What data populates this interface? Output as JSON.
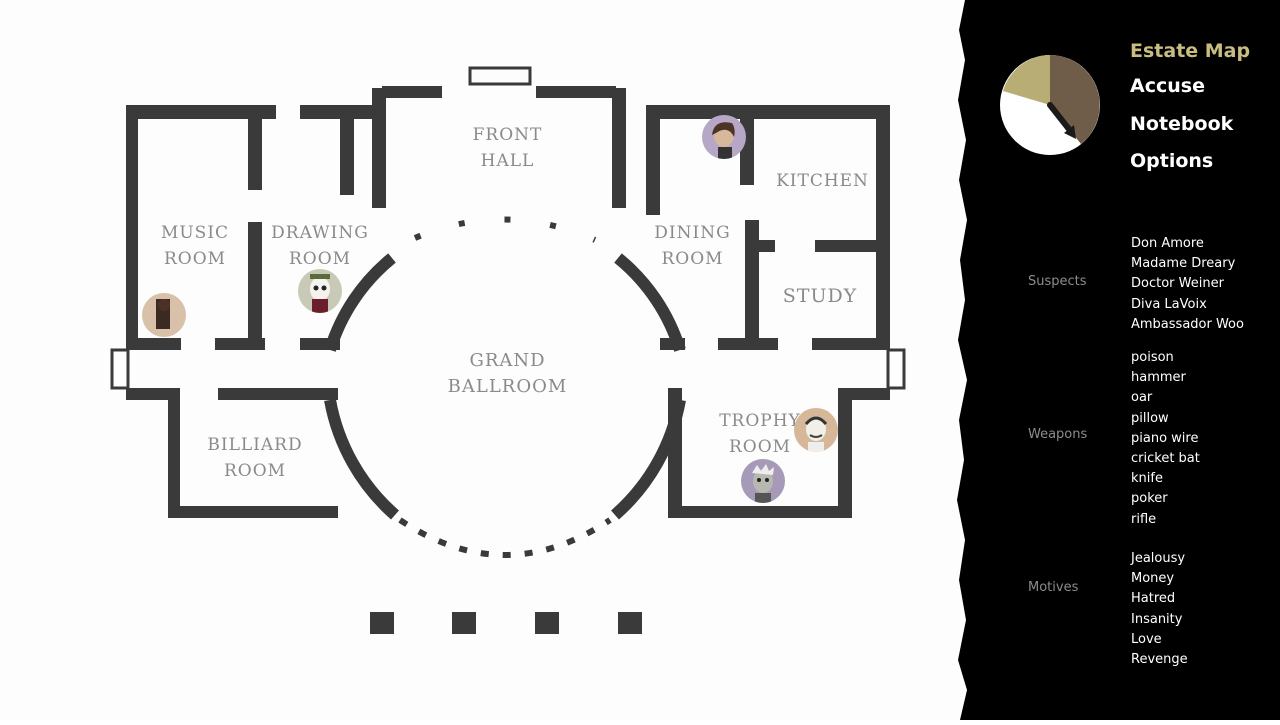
{
  "map": {
    "rooms": [
      {
        "id": "front-hall",
        "label": "Front\nHall"
      },
      {
        "id": "music-room",
        "label": "Music\nRoom"
      },
      {
        "id": "drawing-room",
        "label": "Drawing\nRoom"
      },
      {
        "id": "dining-room",
        "label": "Dining\nRoom"
      },
      {
        "id": "kitchen",
        "label": "Kitchen"
      },
      {
        "id": "study",
        "label": "Study"
      },
      {
        "id": "grand-ballroom",
        "label": "Grand\nBallroom"
      },
      {
        "id": "billiard-room",
        "label": "Billiard\nRoom"
      },
      {
        "id": "trophy-room",
        "label": "Trophy\nRoom"
      }
    ]
  },
  "clock": {
    "colors": {
      "face": "#ffffff",
      "pie_light": "#b8ad74",
      "pie_dark": "#6f5d49",
      "hand": "#1a1a1a"
    }
  },
  "menu": {
    "items": [
      {
        "label": "Estate Map",
        "active": true
      },
      {
        "label": "Accuse",
        "active": false
      },
      {
        "label": "Notebook",
        "active": false
      },
      {
        "label": "Options",
        "active": false
      }
    ]
  },
  "lists": {
    "suspects": {
      "label": "Suspects",
      "items": [
        "Don Amore",
        "Madame Dreary",
        "Doctor Weiner",
        "Diva LaVoix",
        "Ambassador Woo"
      ]
    },
    "weapons": {
      "label": "Weapons",
      "items": [
        "poison",
        "hammer",
        "oar",
        "pillow",
        "piano wire",
        "cricket bat",
        "knife",
        "poker",
        "rifle"
      ]
    },
    "motives": {
      "label": "Motives",
      "items": [
        "Jealousy",
        "Money",
        "Hatred",
        "Insanity",
        "Love",
        "Revenge"
      ]
    }
  },
  "colors": {
    "panel_bg": "#000000",
    "accent": "#c9bd82",
    "wall": "#3c3c3c"
  }
}
